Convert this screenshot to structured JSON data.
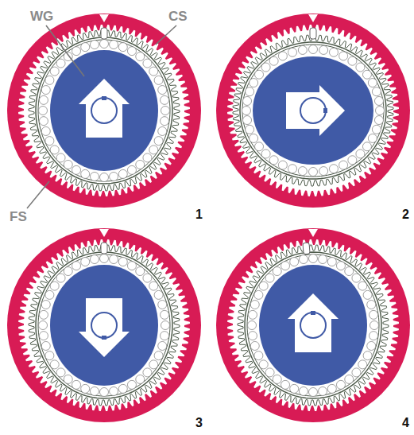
{
  "diagram": {
    "labels": [
      "WG",
      "CS",
      "FS",
      "1",
      "2",
      "3",
      "4"
    ]
  }
}
